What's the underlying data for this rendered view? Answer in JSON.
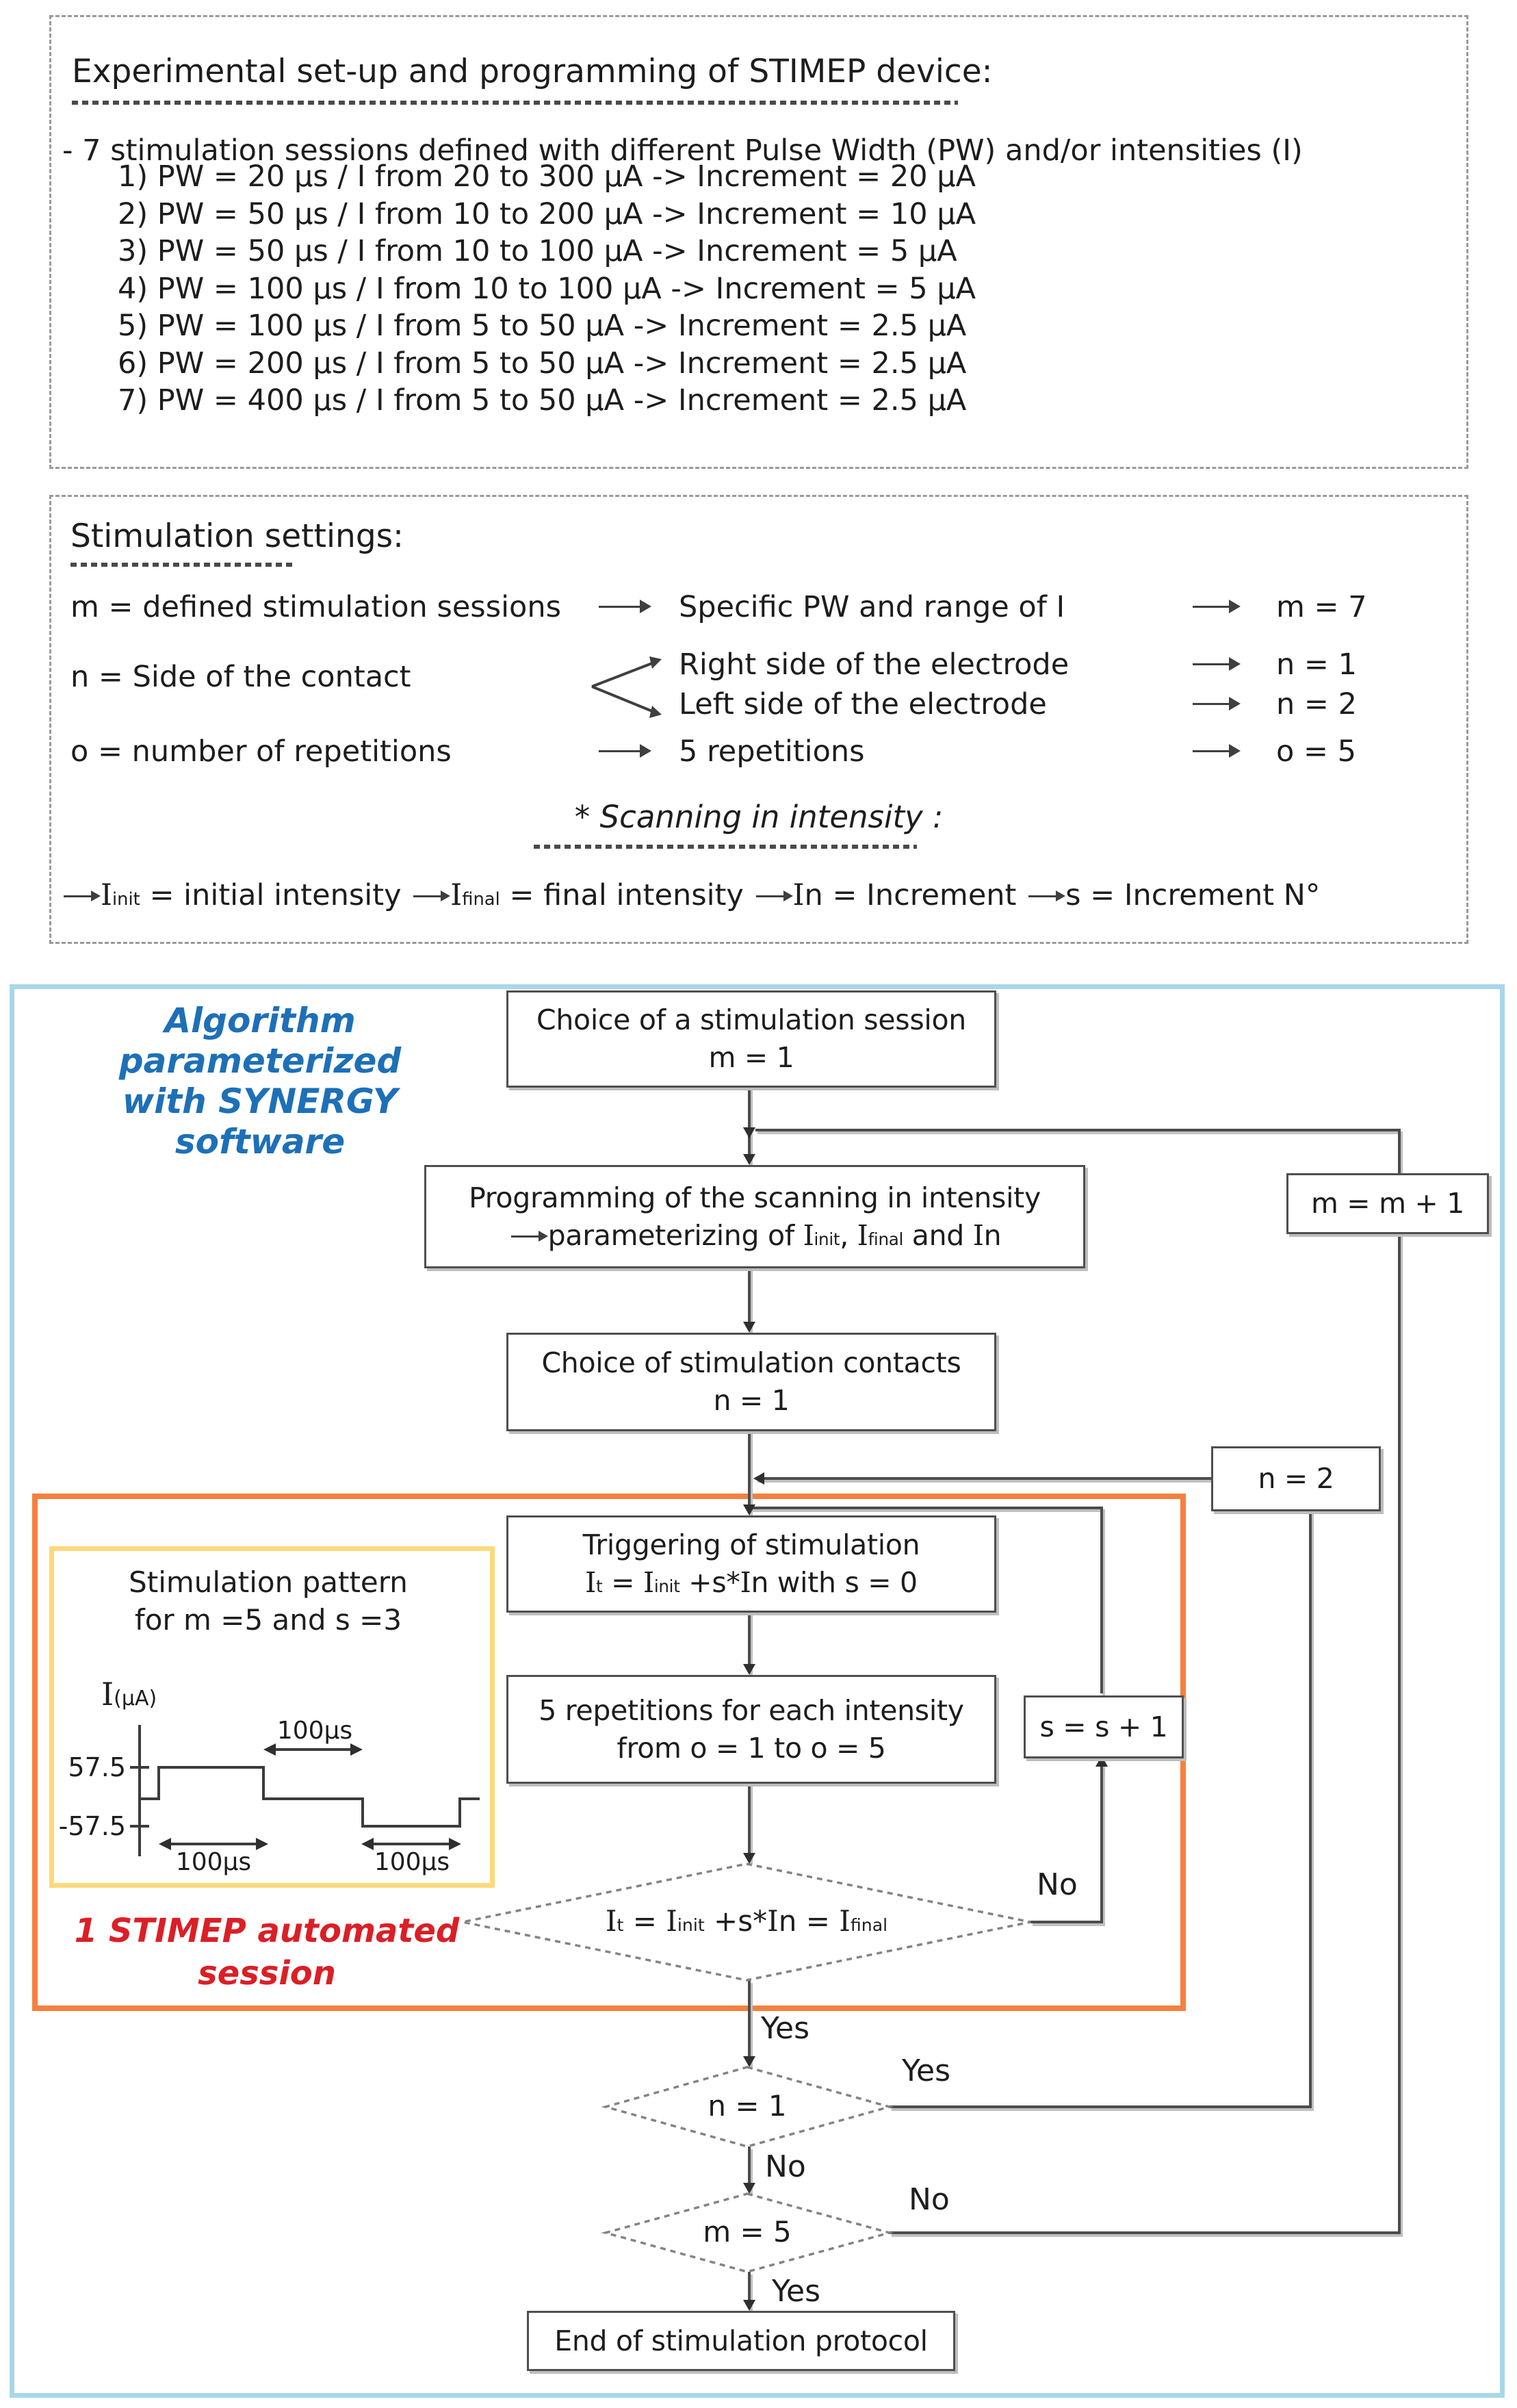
{
  "colors": {
    "accent_blue": "#1d70b7",
    "border_blue": "#a9d6ea",
    "orange": "#f5803e",
    "yellow": "#fcd97a",
    "red": "#db1f26"
  },
  "setup_box": {
    "title": "Experimental set-up and programming of STIMEP device:",
    "intro": "- 7 stimulation sessions defined with different Pulse Width (PW) and/or intensities (I)",
    "sessions": [
      "1) PW = 20 µs / I from 20 to 300 µA -> Increment = 20 µA",
      "2) PW = 50 µs / I from 10 to 200 µA -> Increment = 10 µA",
      "3) PW = 50 µs / I from 10 to 100 µA -> Increment = 5 µA",
      "4) PW = 100 µs / I from 10 to 100 µA -> Increment = 5 µA",
      "5) PW = 100 µs / I from 5 to 50 µA -> Increment = 2.5 µA",
      "6) PW = 200 µs / I from 5 to 50 µA -> Increment = 2.5 µA",
      "7) PW = 400 µs / I from 5 to 50 µA -> Increment = 2.5 µA"
    ]
  },
  "settings_box": {
    "title": "Stimulation settings:",
    "m_label": "m = defined stimulation sessions",
    "m_mid": "Specific PW and range of I",
    "m_val": "m = 7",
    "n_label": "n = Side of the contact",
    "n_mid1": "Right side of the electrode",
    "n_val1": "n = 1",
    "n_mid2": "Left side of the electrode",
    "n_val2": "n = 2",
    "o_label": "o = number of repetitions",
    "o_mid": "5 repetitions",
    "o_val": "o = 5",
    "scanning_title": "* Scanning in intensity :",
    "scan1": {
      "i": "I",
      "sub": "init",
      "tail": " = initial intensity"
    },
    "scan2": {
      "i": "I",
      "sub": "final",
      "tail": " = final intensity"
    },
    "scan3": {
      "i": "I",
      "sub": "",
      "tail": "n = Increment"
    },
    "scan4": {
      "text": "s = Increment N°"
    }
  },
  "flow": {
    "header1": "Algorithm parameterized",
    "header2": "with SYNERGY software",
    "choice_session": {
      "l1": "Choice of a stimulation session",
      "l2": "m = 1"
    },
    "programming": {
      "l1": "Programming of the scanning in intensity",
      "p1": "parameterizing of ",
      "i1": "I",
      "s1": "init",
      "comma": ", ",
      "i2": "I",
      "s2": "final",
      "and": " and ",
      "i3": "I",
      "n3": "n"
    },
    "m_inc": "m = m + 1",
    "choice_contacts": {
      "l1": "Choice of stimulation contacts",
      "l2": "n = 1"
    },
    "n2_box": "n = 2",
    "triggering": {
      "l1": "Triggering of stimulation",
      "i1": "I",
      "s1": "t",
      "r1": " = ",
      "i2": "I",
      "s2": "init",
      "r2": " +s*",
      "i3": "I",
      "n3": "n",
      "r3": " with s = 0"
    },
    "repetitions": {
      "l1": "5 repetitions for each intensity",
      "l2": "from o = 1 to o = 5"
    },
    "s_inc": "s = s + 1",
    "decision1": {
      "i1": "I",
      "s1": "t",
      "r1": " = ",
      "i2": "I",
      "s2": "init",
      "r2": " +s*",
      "i3": "I",
      "n3": "n",
      "r3": " = ",
      "i4": "I",
      "s4": "final"
    },
    "decision_n": "n = 1",
    "decision_m": "m = 5",
    "end_box": "End of stimulation protocol",
    "labels": {
      "yes1": "Yes",
      "yes2": "Yes",
      "yes3": "Yes",
      "no_d1": "No",
      "no1": "No",
      "no2": "No"
    },
    "note1": "1 STIMEP automated",
    "note2": "session"
  },
  "pattern_box": {
    "t1": "Stimulation pattern",
    "t2": "for m =5 and s =3",
    "axis_i": "I",
    "axis_unit": "(µA)",
    "y_max": "57.5",
    "y_min": "-57.5",
    "w_top": "100µs",
    "w_left": "100µs",
    "w_right": "100µs",
    "levels_uA": [
      57.5,
      -57.5
    ],
    "pulse_width_us": 100
  }
}
